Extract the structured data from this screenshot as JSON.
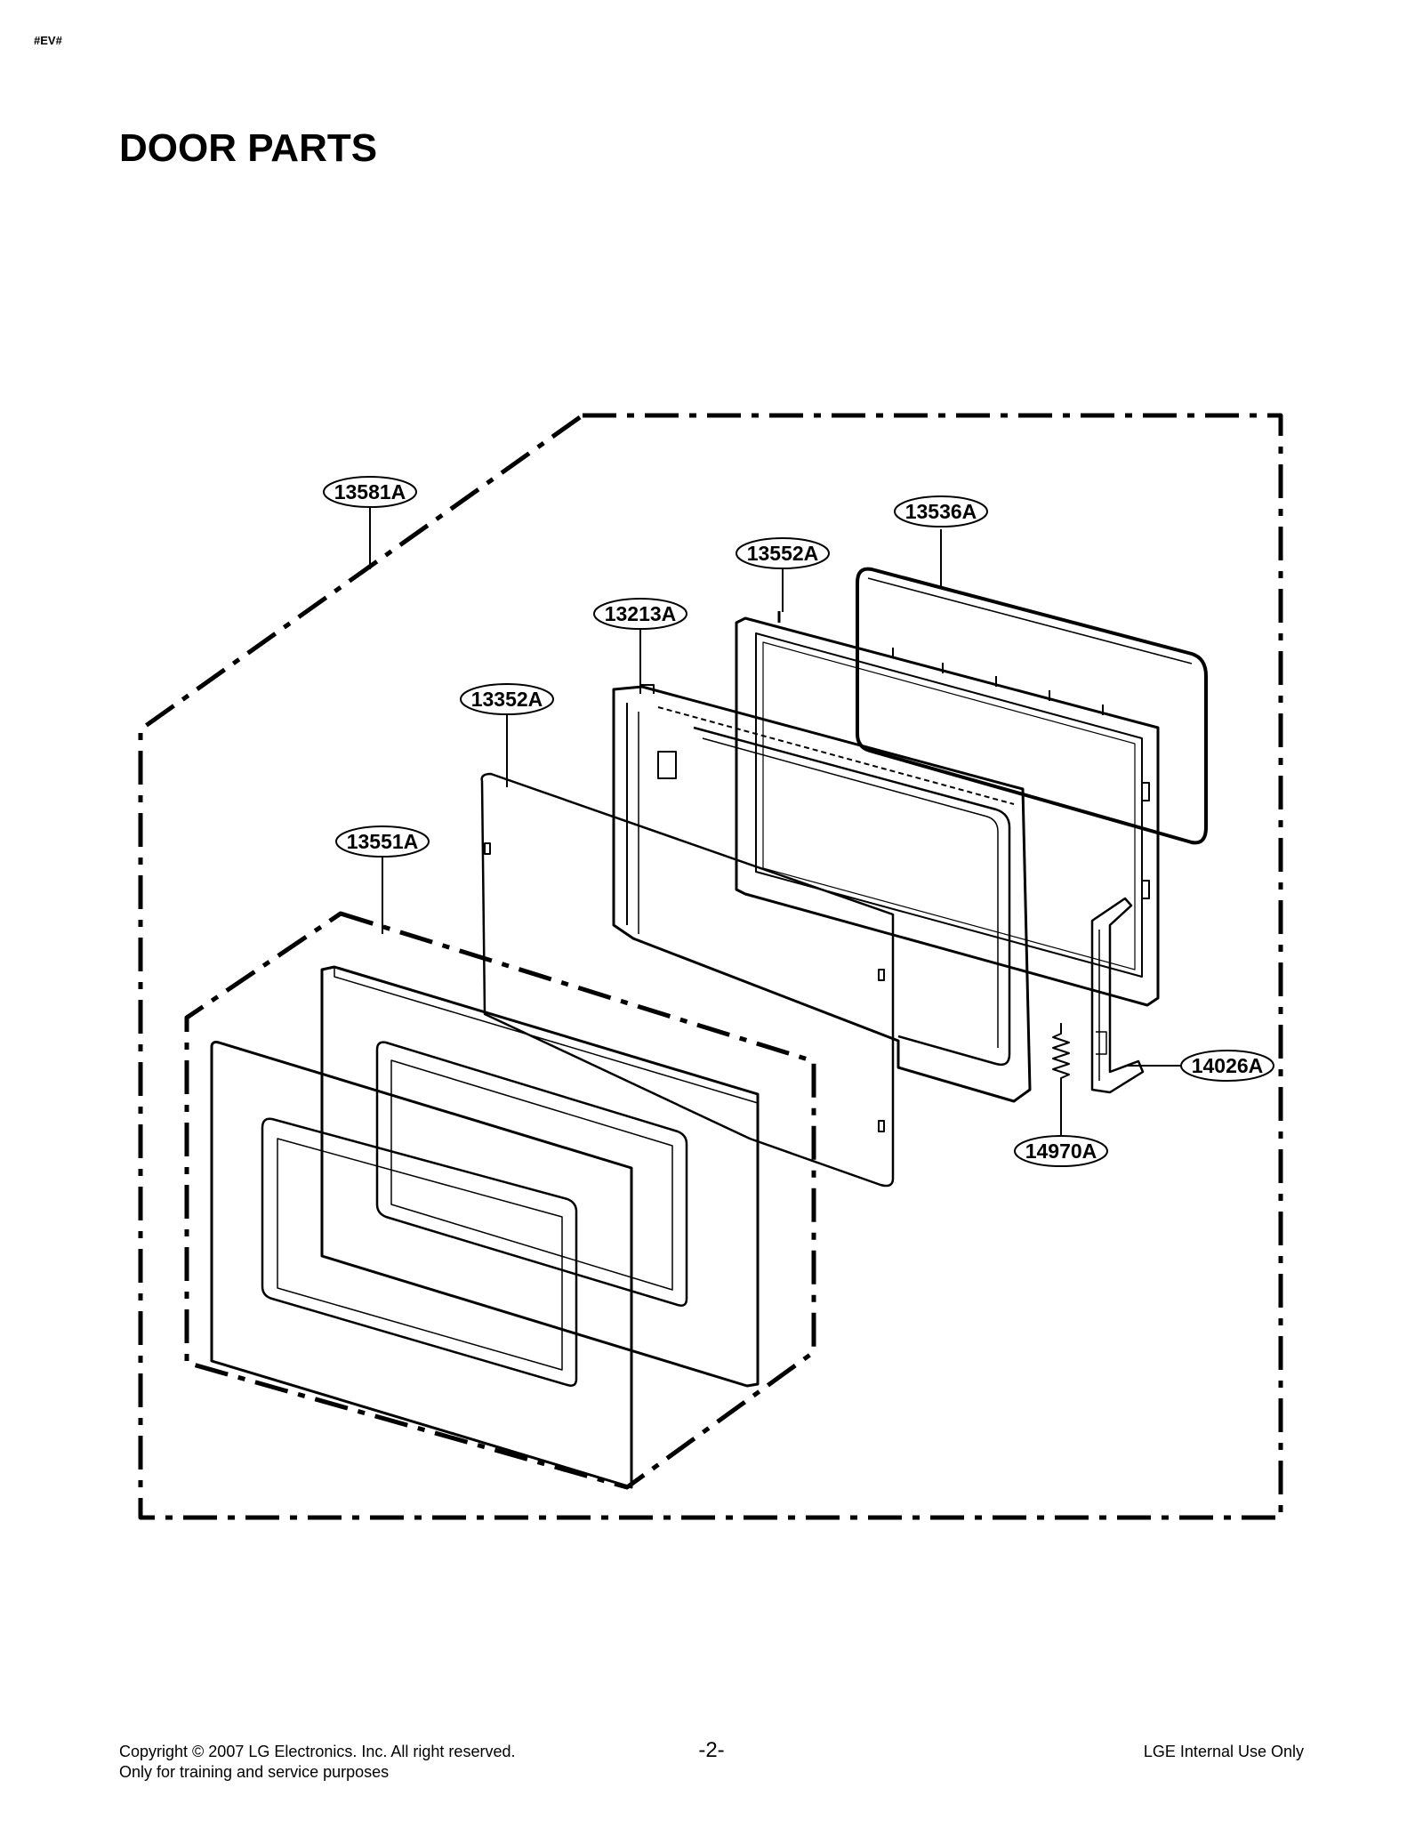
{
  "header": {
    "code": "#EV#",
    "title": "DOOR PARTS"
  },
  "callouts": [
    {
      "id": "13581A"
    },
    {
      "id": "13536A"
    },
    {
      "id": "13552A"
    },
    {
      "id": "13213A"
    },
    {
      "id": "13352A"
    },
    {
      "id": "13551A"
    },
    {
      "id": "14026A"
    },
    {
      "id": "14970A"
    }
  ],
  "footer": {
    "copyright": "Copyright © 2007 LG Electronics. Inc. All right reserved.",
    "purpose": "Only for training and service purposes",
    "page": "-2-",
    "internal": "LGE Internal Use Only"
  }
}
